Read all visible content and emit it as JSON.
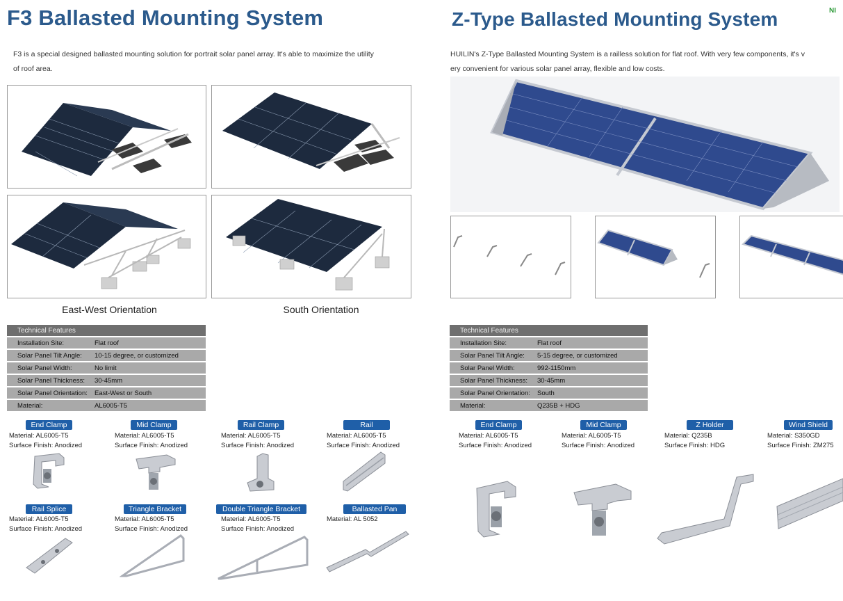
{
  "left": {
    "title": "F3 Ballasted Mounting System",
    "intro_line1": "F3 is a special designed ballasted mounting solution for portrait solar panel array. It's able to maximize the utility",
    "intro_line2": "of roof area.",
    "captions": [
      "East-West Orientation",
      "South Orientation"
    ],
    "spec_title": "Technical  Features",
    "specs": [
      {
        "k": "Installation Site:",
        "v": "Flat roof"
      },
      {
        "k": "Solar Panel Tilt Angle:",
        "v": "10-15 degree, or customized"
      },
      {
        "k": "Solar Panel Width:",
        "v": "No limit"
      },
      {
        "k": "Solar Panel Thickness:",
        "v": "30-45mm"
      },
      {
        "k": "Solar Panel Orientation:",
        "v": "East-West or South"
      },
      {
        "k": "Material:",
        "v": "AL6005-T5"
      }
    ],
    "products": [
      {
        "name": "End Clamp",
        "l1": "Material:  AL6005-T5",
        "l2": "Surface Finish:   Anodized"
      },
      {
        "name": "Mid Clamp",
        "l1": "Material:  AL6005-T5",
        "l2": "Surface Finish:   Anodized"
      },
      {
        "name": "Rail Clamp",
        "l1": "Material:  AL6005-T5",
        "l2": "Surface Finish:   Anodized"
      },
      {
        "name": "Rail",
        "l1": "Material:  AL6005-T5",
        "l2": "Surface Finish:   Anodized"
      },
      {
        "name": "Rail Splice",
        "l1": "Material:  AL6005-T5",
        "l2": "Surface Finish:   Anodized"
      },
      {
        "name": "Triangle Bracket",
        "l1": "Material:  AL6005-T5",
        "l2": "Surface Finish:   Anodized"
      },
      {
        "name": "Double Triangle Bracket",
        "l1": "Material:  AL6005-T5",
        "l2": "Surface Finish:   Anodized"
      },
      {
        "name": "Ballasted Pan",
        "l1": "Material:  AL 5052",
        "l2": ""
      }
    ]
  },
  "right": {
    "title": "Z-Type Ballasted Mounting System",
    "logo": "NI",
    "intro_line1": "HUILIN's Z-Type Ballasted Mounting System is a railless solution for flat roof. With very few components, it's v",
    "intro_line2": "ery convenient  for various solar panel array, flexible and low costs.",
    "spec_title": "Technical  Features",
    "specs": [
      {
        "k": "Installation Site:",
        "v": "Flat roof"
      },
      {
        "k": "Solar Panel Tilt Angle:",
        "v": "5-15 degree, or customized"
      },
      {
        "k": "Solar Panel Width:",
        "v": "992-1150mm"
      },
      {
        "k": "Solar Panel Thickness:",
        "v": "30-45mm"
      },
      {
        "k": "Solar Panel Orientation:",
        "v": "South"
      },
      {
        "k": "Material:",
        "v": "Q235B + HDG"
      }
    ],
    "products": [
      {
        "name": "End Clamp",
        "l1": "Material:  AL6005-T5",
        "l2": "Surface Finish:   Anodized"
      },
      {
        "name": "Mid Clamp",
        "l1": "Material:  AL6005-T5",
        "l2": "Surface Finish:   Anodized"
      },
      {
        "name": "Z Holder",
        "l1": "Material:  Q235B",
        "l2": "Surface Finish:   HDG"
      },
      {
        "name": "Wind Shield",
        "l1": "Material:  S350GD",
        "l2": "Surface Finish:  ZM275"
      }
    ]
  },
  "colors": {
    "title": "#2b5a8c",
    "badge": "#1f5fa8",
    "spec_row": "#a9a9a9",
    "spec_head": "#6f6f6f"
  }
}
